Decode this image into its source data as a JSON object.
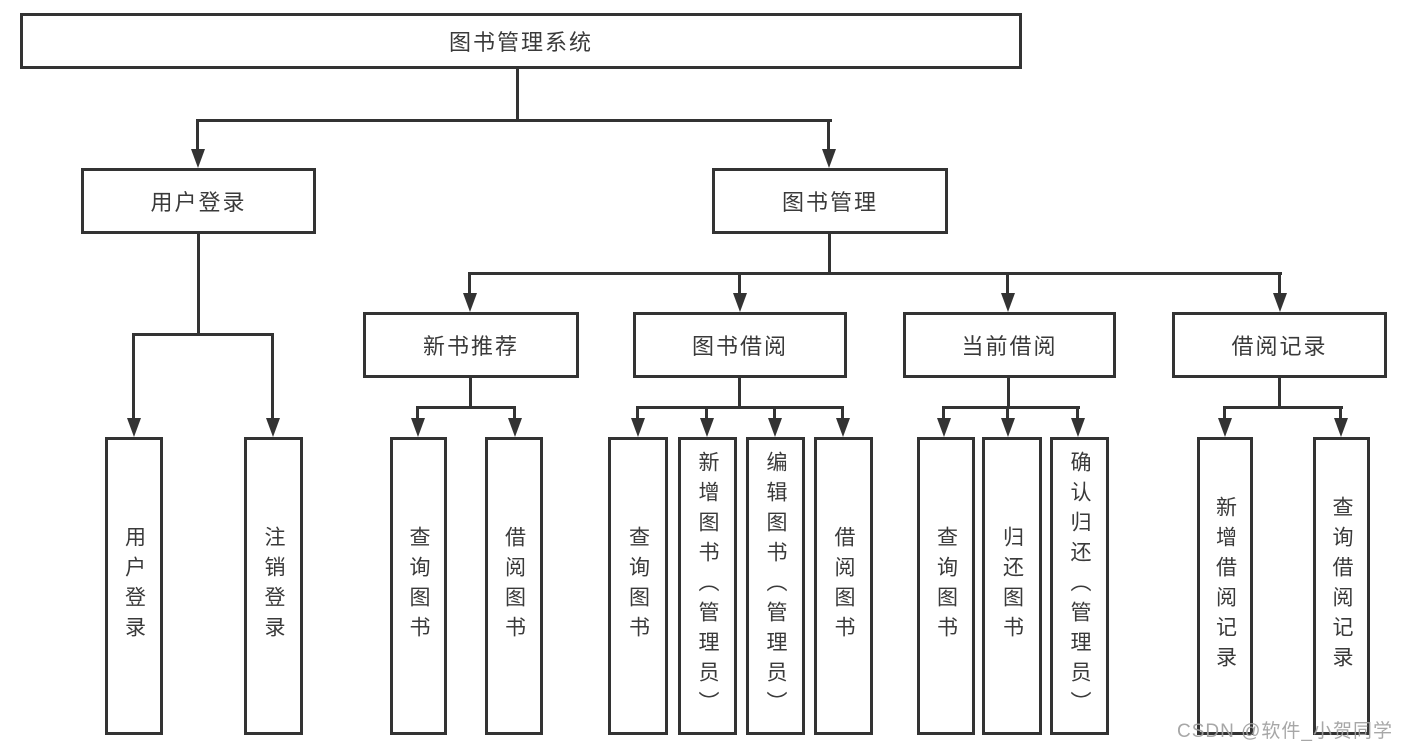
{
  "tree": {
    "label": "图书管理系统",
    "children": [
      {
        "label": "用户登录",
        "children": [
          {
            "label": "用户登录"
          },
          {
            "label": "注销登录"
          }
        ]
      },
      {
        "label": "图书管理",
        "children": [
          {
            "label": "新书推荐",
            "children": [
              {
                "label": "查询图书"
              },
              {
                "label": "借阅图书"
              }
            ]
          },
          {
            "label": "图书借阅",
            "children": [
              {
                "label": "查询图书"
              },
              {
                "label": "新增图书（管理员）"
              },
              {
                "label": "编辑图书（管理员）"
              },
              {
                "label": "借阅图书"
              }
            ]
          },
          {
            "label": "当前借阅",
            "children": [
              {
                "label": "查询图书"
              },
              {
                "label": "归还图书"
              },
              {
                "label": "确认归还（管理员）"
              }
            ]
          },
          {
            "label": "借阅记录",
            "children": [
              {
                "label": "新增借阅记录"
              },
              {
                "label": "查询借阅记录"
              }
            ]
          }
        ]
      }
    ]
  },
  "watermark": "CSDN @软件_小贺同学",
  "colors": {
    "line": "#333333",
    "text": "#3a3a3a",
    "background": "#ffffff",
    "watermark": "#a0a0a0"
  }
}
